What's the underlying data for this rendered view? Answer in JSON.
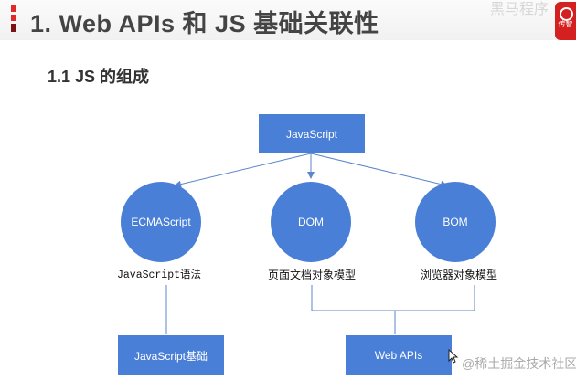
{
  "header": {
    "title": "1. Web APIs 和 JS 基础关联性",
    "watermark": "黑马程序",
    "logo_text": "传智",
    "accent_color": "#e02a2a"
  },
  "subtitle": "1.1 JS 的组成",
  "diagram": {
    "root": {
      "label": "JavaScript"
    },
    "nodes": [
      {
        "label": "ECMAScript",
        "caption": "JavaScript语法"
      },
      {
        "label": "DOM",
        "caption": "页面文档对象模型"
      },
      {
        "label": "BOM",
        "caption": "浏览器对象模型"
      }
    ],
    "bottom": [
      {
        "label": "JavaScript基础"
      },
      {
        "label": "Web APIs"
      }
    ],
    "node_color": "#4a7fd8",
    "line_color": "#5b86c9"
  },
  "footer": {
    "watermark": "@稀土掘金技术社区"
  }
}
